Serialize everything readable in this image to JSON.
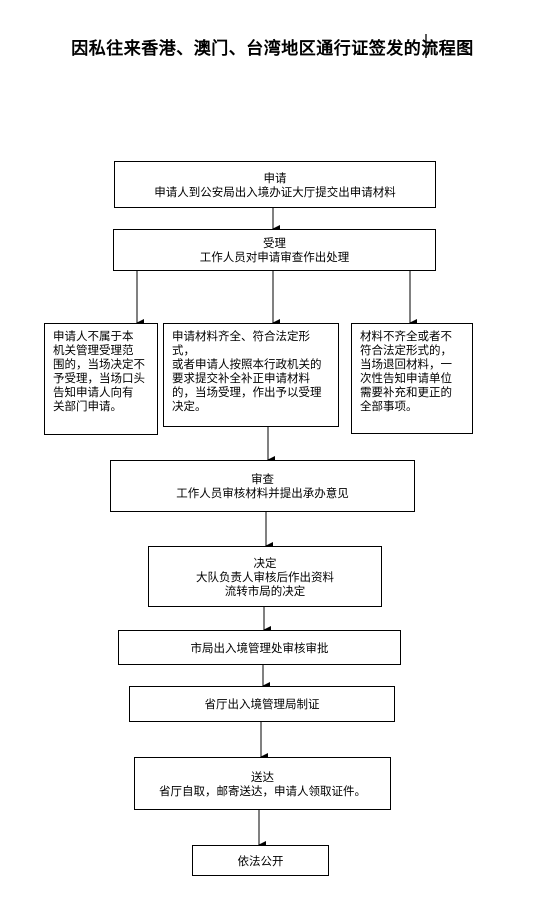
{
  "title": "因私往来香港、澳门、台湾地区通行证签发的流程图",
  "steps": {
    "apply": {
      "heading": "申请",
      "text": "申请人到公安局出入境办证大厅提交出申请材料"
    },
    "accept": {
      "heading": "受理",
      "text": "工作人员对申请审查作出处理"
    },
    "branch_left": {
      "lines": [
        "申请人不属于本",
        "机关管理受理范",
        "围的，当场决定不",
        "予受理，当场口头",
        "告知申请人向有",
        "关部门申请。"
      ]
    },
    "branch_middle": {
      "lines": [
        "申请材料齐全、符合法定形式，",
        "或者申请人按照本行政机关的",
        "要求提交补全补正申请材料",
        "的，当场受理，作出予以受理",
        "决定。"
      ]
    },
    "branch_right": {
      "lines": [
        "材料不齐全或者不",
        "符合法定形式的，",
        "当场退回材料，一",
        "次性告知申请单位",
        "需要补充和更正的",
        "全部事项。"
      ]
    },
    "review": {
      "heading": "审查",
      "text": "工作人员审核材料并提出承办意见"
    },
    "decide": {
      "heading": "决定",
      "text1": "大队负责人审核后作出资料",
      "text2": "流转市局的决定"
    },
    "approve": {
      "text": "市局出入境管理处审核审批"
    },
    "issue": {
      "text": "省厅出入境管理局制证"
    },
    "deliver": {
      "heading": "送达",
      "text": "省厅自取，邮寄送达，申请人领取证件。"
    },
    "publish": {
      "text": "依法公开"
    }
  }
}
